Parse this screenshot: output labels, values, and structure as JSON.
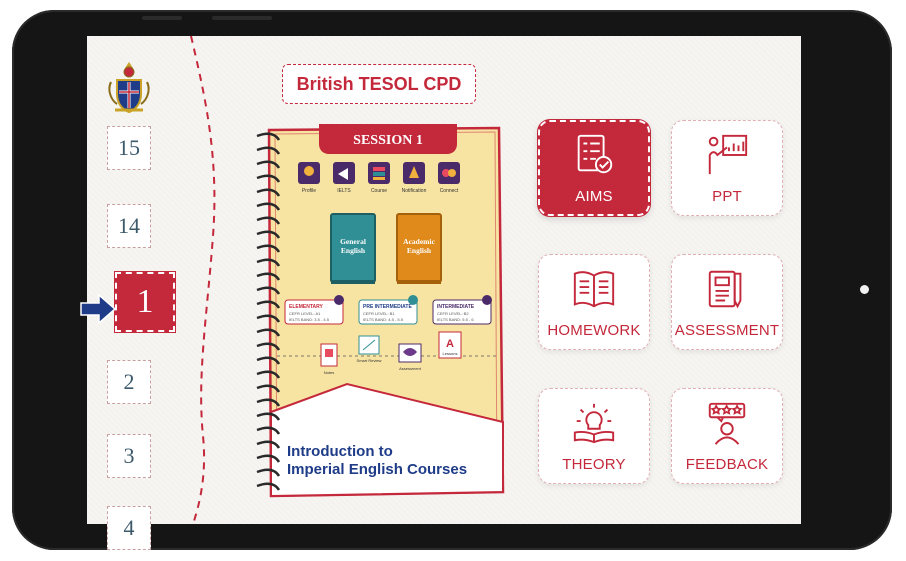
{
  "app": {
    "title": "British TESOL CPD"
  },
  "session": {
    "label": "SESSION 1",
    "title_line1": "Introduction to",
    "title_line2": "Imperial English Courses",
    "icons": [
      "Profile",
      "IELTS",
      "Course",
      "Notification",
      "Connect"
    ],
    "books": [
      {
        "line1": "General",
        "line2": "English",
        "color": "#2f8f95"
      },
      {
        "line1": "Academic",
        "line2": "English",
        "color": "#e08a1c"
      }
    ],
    "levels": [
      {
        "name": "ELEMENTARY",
        "l1": "CEFR LEVEL: A1",
        "l2": "IELTS BAND: 3.5 - 4.5"
      },
      {
        "name": "PRE INTERMEDIATE",
        "l1": "CEFR LEVEL: B1",
        "l2": "IELTS BAND: 4.5 - 5.5"
      },
      {
        "name": "INTERMEDIATE",
        "l1": "CEFR LEVEL: B2",
        "l2": "IELTS BAND: 5.5 - 6"
      }
    ],
    "tools": [
      "Notes",
      "Smart Review",
      "Assessment",
      "Lessons"
    ]
  },
  "sessions_nav": {
    "items": [
      "15",
      "14",
      "1",
      "2",
      "3",
      "4"
    ],
    "active": "1"
  },
  "menu": {
    "aims": "AIMS",
    "ppt": "PPT",
    "homework": "HOMEWORK",
    "assessment": "ASSESSMENT",
    "theory": "THEORY",
    "feedback": "FEEDBACK"
  },
  "colors": {
    "accent": "#c4283b",
    "notebook": "#f8e4a2",
    "navy": "#1f3c88",
    "screen": "#f6f5f2"
  }
}
